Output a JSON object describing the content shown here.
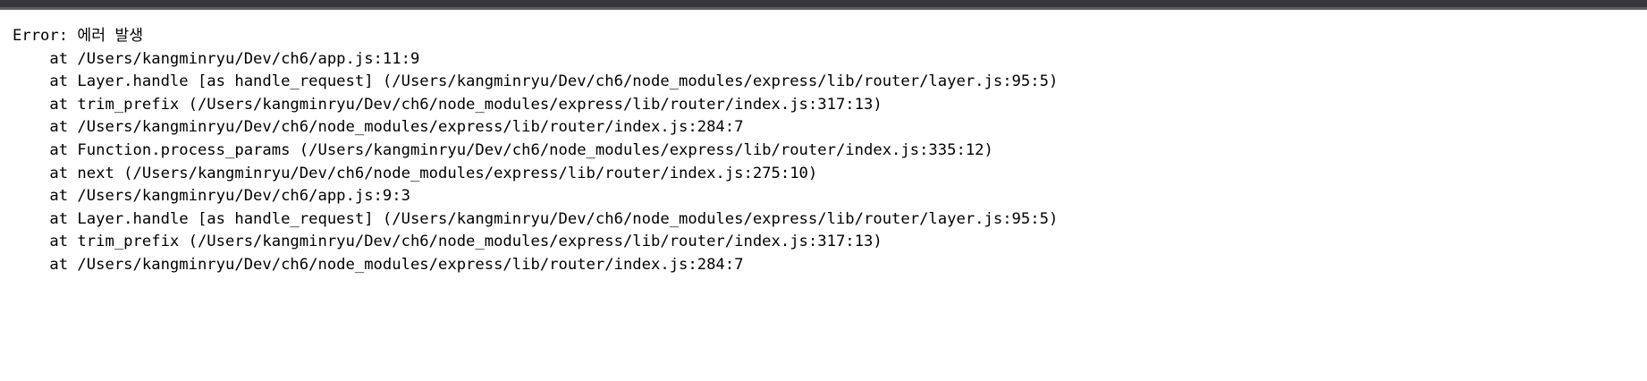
{
  "window": {
    "chrome_color": "#36383c",
    "chrome_edge_color": "#5c5e62",
    "background_color": "#ffffff",
    "text_color": "#000000"
  },
  "console": {
    "error_header": "Error: 에러 발생",
    "stack_frames": [
      "    at /Users/kangminryu/Dev/ch6/app.js:11:9",
      "    at Layer.handle [as handle_request] (/Users/kangminryu/Dev/ch6/node_modules/express/lib/router/layer.js:95:5)",
      "    at trim_prefix (/Users/kangminryu/Dev/ch6/node_modules/express/lib/router/index.js:317:13)",
      "    at /Users/kangminryu/Dev/ch6/node_modules/express/lib/router/index.js:284:7",
      "    at Function.process_params (/Users/kangminryu/Dev/ch6/node_modules/express/lib/router/index.js:335:12)",
      "    at next (/Users/kangminryu/Dev/ch6/node_modules/express/lib/router/index.js:275:10)",
      "    at /Users/kangminryu/Dev/ch6/app.js:9:3",
      "    at Layer.handle [as handle_request] (/Users/kangminryu/Dev/ch6/node_modules/express/lib/router/layer.js:95:5)",
      "    at trim_prefix (/Users/kangminryu/Dev/ch6/node_modules/express/lib/router/index.js:317:13)",
      "    at /Users/kangminryu/Dev/ch6/node_modules/express/lib/router/index.js:284:7"
    ]
  }
}
